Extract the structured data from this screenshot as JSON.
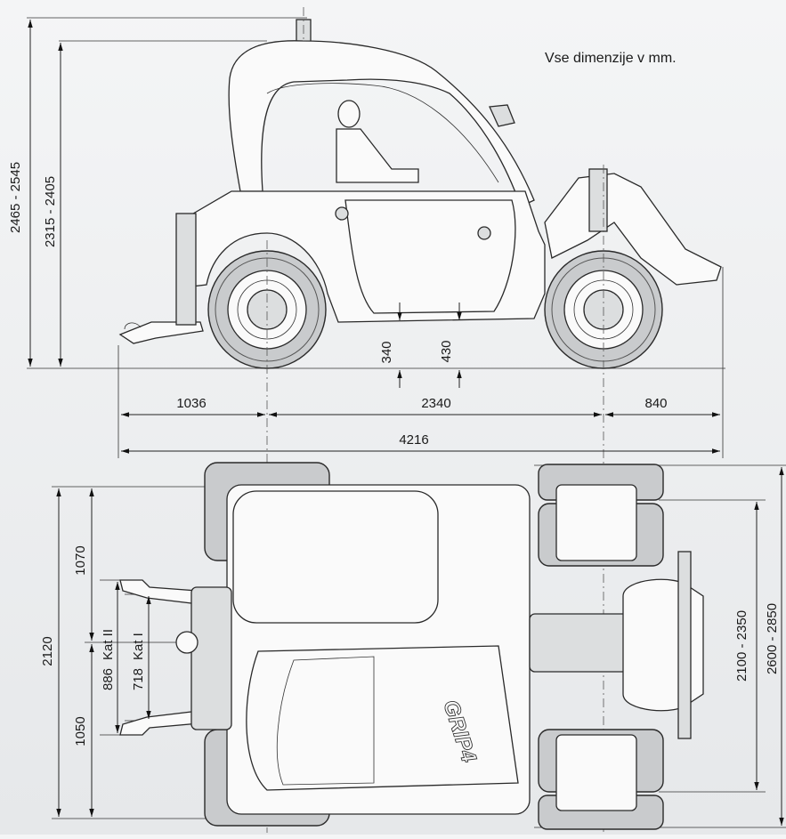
{
  "note": "Vse dimenzije v mm.",
  "side_view": {
    "overall_height": "2465 - 2545",
    "cab_height": "2315 - 2405",
    "ground_clearance_1": "340",
    "ground_clearance_2": "430",
    "front_overhang": "1036",
    "wheelbase": "2340",
    "rear_overhang": "840",
    "overall_length": "4216"
  },
  "top_view": {
    "overall_width": "2120",
    "left_half": "1070",
    "right_half": "1050",
    "hitch_cat2": "886",
    "hitch_cat2_label": "Kat II",
    "hitch_cat1": "718",
    "hitch_cat1_label": "Kat I",
    "track_width": "2100 - 2350",
    "max_width": "2600 - 2850",
    "brand_logo": "GRIP4"
  }
}
